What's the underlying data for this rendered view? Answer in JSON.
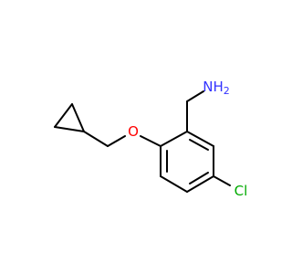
{
  "molecule": {
    "colors": {
      "bond": "#000000",
      "nitrogen": "#3333ff",
      "oxygen": "#ff0000",
      "chlorine": "#00aa00"
    },
    "labels": {
      "amine": "NH",
      "amine_subscript": "2",
      "oxygen": "O",
      "chlorine": "Cl"
    }
  }
}
